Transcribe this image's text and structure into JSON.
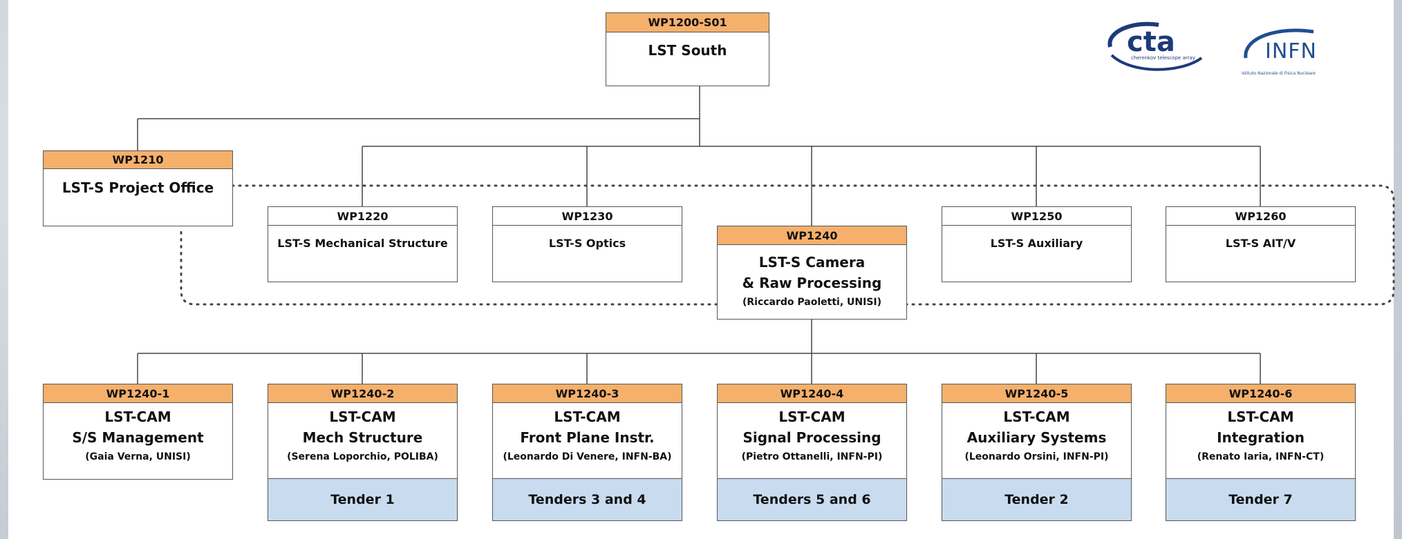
{
  "top": {
    "code": "WP1200-S01",
    "name": "LST South"
  },
  "project_office": {
    "code": "WP1210",
    "name": "LST-S Project Office"
  },
  "level2": [
    {
      "code": "WP1220",
      "name": "LST-S Mechanical Structure"
    },
    {
      "code": "WP1230",
      "name": "LST-S Optics"
    },
    {
      "code": "WP1250",
      "name": "LST-S Auxiliary"
    },
    {
      "code": "WP1260",
      "name": "LST-S AIT/V"
    }
  ],
  "camera": {
    "code": "WP1240",
    "line1": "LST-S Camera",
    "line2": "& Raw Processing",
    "lead": "(Riccardo Paoletti, UNISI)"
  },
  "level3": [
    {
      "code": "WP1240-1",
      "line1": "LST-CAM",
      "line2": "S/S Management",
      "lead": "(Gaia Verna, UNISI)",
      "tender": ""
    },
    {
      "code": "WP1240-2",
      "line1": "LST-CAM",
      "line2": "Mech Structure",
      "lead": "(Serena Loporchio, POLIBA)",
      "tender": "Tender 1"
    },
    {
      "code": "WP1240-3",
      "line1": "LST-CAM",
      "line2": "Front Plane Instr.",
      "lead": "(Leonardo Di Venere, INFN-BA)",
      "tender": "Tenders 3 and 4"
    },
    {
      "code": "WP1240-4",
      "line1": "LST-CAM",
      "line2": "Signal Processing",
      "lead": "(Pietro Ottanelli, INFN-PI)",
      "tender": "Tenders 5 and 6"
    },
    {
      "code": "WP1240-5",
      "line1": "LST-CAM",
      "line2": "Auxiliary Systems",
      "lead": "(Leonardo Orsini, INFN-PI)",
      "tender": "Tender 2"
    },
    {
      "code": "WP1240-6",
      "line1": "LST-CAM",
      "line2": "Integration",
      "lead": "(Renato Iaria, INFN-CT)",
      "tender": "Tender 7"
    }
  ],
  "logos": {
    "cta_main": "cta",
    "cta_sub": "cherenkov telescope array",
    "infn_main": "INFN",
    "infn_sub": "Istituto Nazionale di Fisica Nucleare"
  },
  "colors": {
    "header": "#f5b06c",
    "tender": "#c9dcef",
    "cta_blue": "#1d3a7a",
    "infn_blue": "#1f4f8f"
  }
}
